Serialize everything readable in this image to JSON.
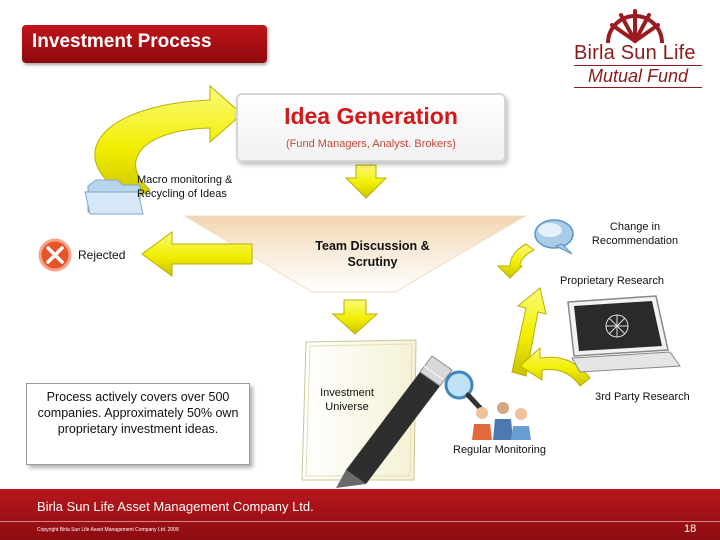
{
  "header": {
    "title": "Investment Process",
    "logo_line1": "Birla Sun Life",
    "logo_line2": "Mutual Fund"
  },
  "diagram": {
    "idea_title": "Idea Generation",
    "idea_subtitle": "(Fund Managers, Analyst. Brokers)",
    "macro_label": "Macro monitoring & Recycling of Ideas",
    "rejected_label": "Rejected",
    "team_label": "Team Discussion & Scrutiny",
    "change_label": "Change in Recommendation",
    "proprietary_label": "Proprietary Research",
    "investment_label": "Investment Universe",
    "third_party_label": "3rd Party Research",
    "regular_label": "Regular Monitoring",
    "process_text": "Process actively covers over 500 companies. Approximately 50% own proprietary investment ideas."
  },
  "footer": {
    "company": "Birla Sun Life Asset Management Company Ltd.",
    "copyright": "Copyright Birla Sun Life Asset Management Company Ltd. 2008",
    "page_number": "18"
  },
  "colors": {
    "brand_red": "#b8161c",
    "arrow_yellow": "#f2ee00",
    "title_red": "#d21a1a"
  }
}
